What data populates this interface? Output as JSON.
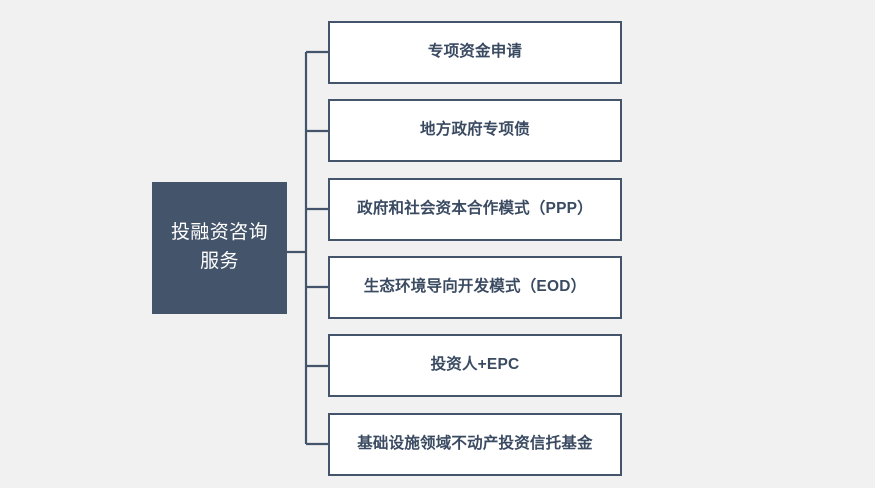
{
  "diagram": {
    "type": "horizontal-tree",
    "background_color": "#F1F1F1",
    "root": {
      "label": "投融资咨询\n服务",
      "fill_color": "#44546A",
      "text_color": "#FFFFFF"
    },
    "connector": {
      "color": "#44546A",
      "style": "elbow"
    },
    "branches": [
      {
        "label": "专项资金申请"
      },
      {
        "label": "地方政府专项债"
      },
      {
        "label": "政府和社会资本合作模式（PPP）"
      },
      {
        "label": "生态环境导向开发模式（EOD）"
      },
      {
        "label": "投资人+EPC"
      },
      {
        "label": "基础设施领域不动产投资信托基金"
      }
    ],
    "branch_style": {
      "fill_color": "#FFFFFF",
      "border_color": "#44546A",
      "text_color": "#3A4A61"
    }
  }
}
